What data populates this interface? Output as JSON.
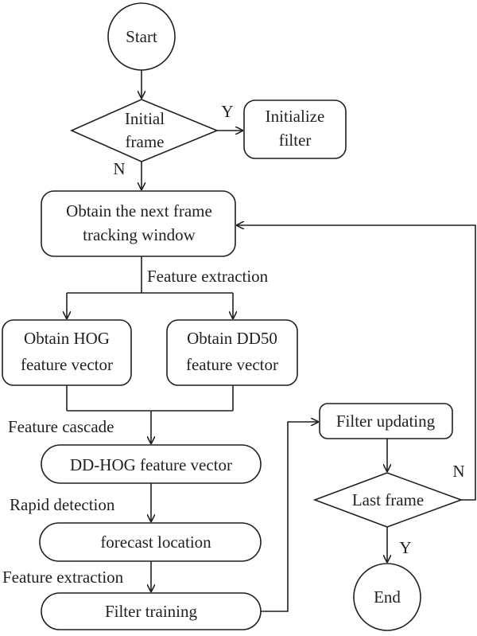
{
  "diagram": {
    "start": "Start",
    "initial_frame": [
      "Initial",
      "frame"
    ],
    "initialize_filter": [
      "Initialize",
      "filter"
    ],
    "yes_1": "Y",
    "no_1": "N",
    "obtain_next_frame": [
      "Obtain the next frame",
      "tracking window"
    ],
    "feature_extraction_1": "Feature extraction",
    "obtain_hog": [
      "Obtain HOG",
      "feature vector"
    ],
    "obtain_dd50": [
      "Obtain DD50",
      "feature vector"
    ],
    "feature_cascade": "Feature cascade",
    "dd_hog": "DD-HOG feature vector",
    "rapid_detection": "Rapid detection",
    "forecast_location": "forecast location",
    "feature_extraction_2": "Feature extraction",
    "filter_training": "Filter training",
    "filter_updating": "Filter updating",
    "last_frame": "Last frame",
    "no_2": "N",
    "yes_2": "Y",
    "end": "End"
  }
}
